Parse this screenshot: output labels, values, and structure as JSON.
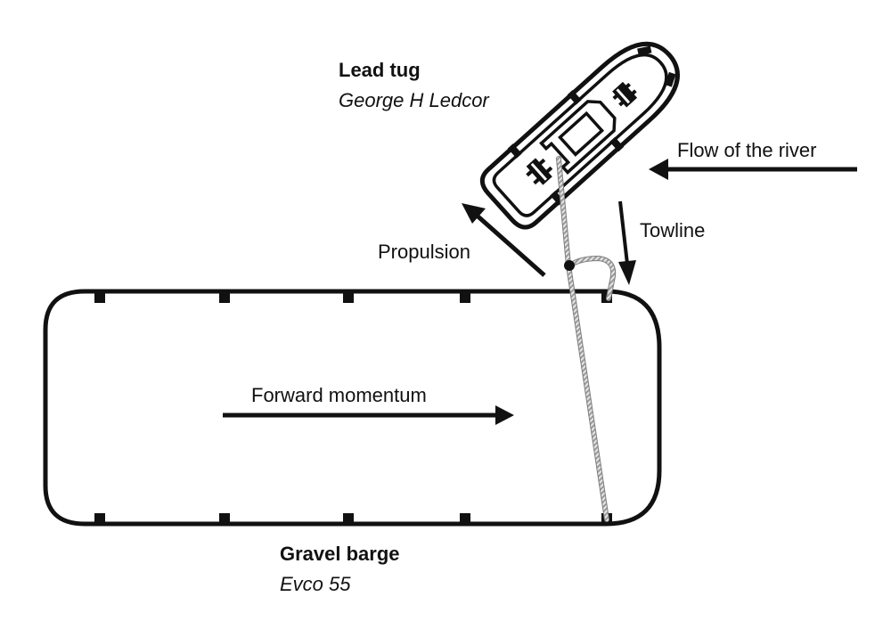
{
  "diagram": {
    "tug": {
      "role": "Lead tug",
      "name": "George H Ledcor"
    },
    "barge": {
      "role": "Gravel barge",
      "name": "Evco 55"
    },
    "arrows": {
      "flow": "Flow of the river",
      "towline": "Towline",
      "propulsion": "Propulsion",
      "momentum": "Forward momentum"
    },
    "colors": {
      "ink": "#111111",
      "rope": "#bdbdbd",
      "background": "#ffffff"
    }
  }
}
